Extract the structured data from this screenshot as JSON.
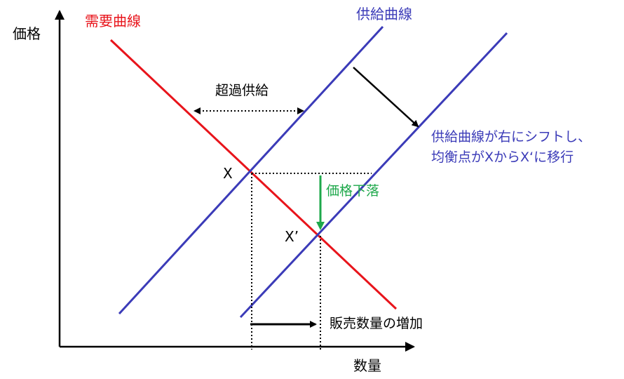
{
  "axes": {
    "y_label": "価格",
    "x_label": "数量"
  },
  "curves": {
    "demand": {
      "label": "需要曲線",
      "color": "#e8141b"
    },
    "supply": {
      "label": "供給曲線",
      "color": "#3b3bb8"
    }
  },
  "annotations": {
    "excess_supply": "超過供給",
    "shift_line1": "供給曲線が右にシフトし、",
    "shift_line2": "均衡点がXからX‘に移行",
    "price_drop": "価格下落",
    "sales_increase": "販売数量の増加"
  },
  "points": {
    "x": "X",
    "x_prime": "X’"
  },
  "colors": {
    "axis": "#000000",
    "guide": "#000000",
    "price_drop": "#1ea84b",
    "shift_text": "#3b3bb8",
    "demand": "#e8141b",
    "supply": "#3b3bb8"
  }
}
